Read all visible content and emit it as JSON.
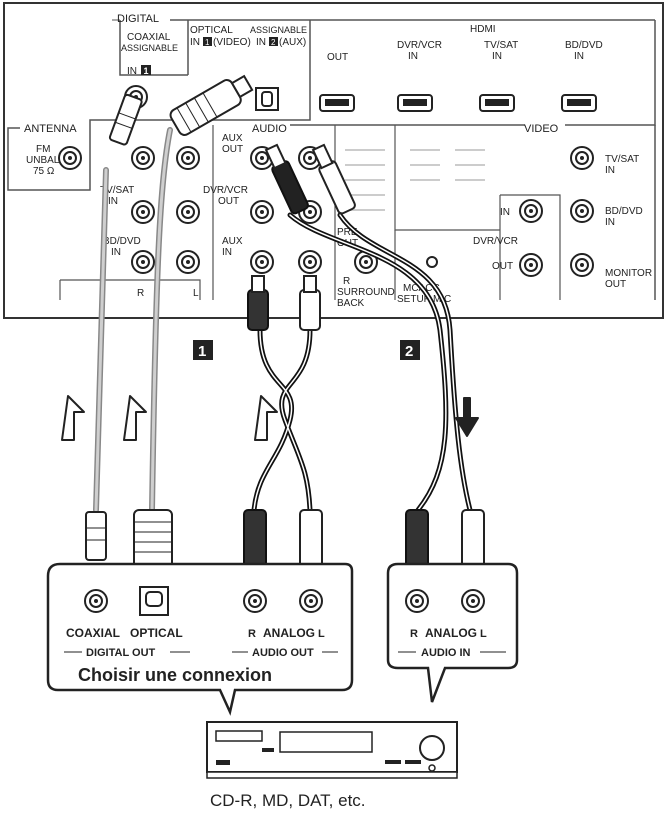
{
  "panel": {
    "digital": "DIGITAL",
    "coaxial": "COAXIAL",
    "assignable": "ASSIGNABLE",
    "in": "IN",
    "in_num": "1",
    "optical": "OPTICAL",
    "optical_assignable": "ASSIGNABLE",
    "optical_in1_num": "1",
    "optical_in1_rest": "(VIDEO)",
    "optical_in2_prefix": "IN",
    "optical_in2_num": "2",
    "optical_in2_rest": "(AUX)",
    "hdmi": "HDMI",
    "hdmi_out": "OUT",
    "hdmi_dvr": [
      "DVR/VCR",
      "IN"
    ],
    "hdmi_tv": [
      "TV/SAT",
      "IN"
    ],
    "hdmi_bd": [
      "BD/DVD",
      "IN"
    ],
    "antenna": "ANTENNA",
    "fm": [
      "FM",
      "UNBAL",
      "75 Ω"
    ],
    "audio": "AUDIO",
    "video": "VIDEO",
    "aux_out": [
      "AUX",
      "OUT"
    ],
    "aux_in": [
      "AUX",
      "IN"
    ],
    "dvr_out": [
      "DVR/VCR",
      "OUT"
    ],
    "tv_sat_in": [
      "TV/SAT",
      "IN"
    ],
    "bd_dvd_in": [
      "BD/DVD",
      "IN"
    ],
    "r": "R",
    "l": "L",
    "pre_out": [
      "PRE",
      "OUT"
    ],
    "surround_back": [
      "R",
      "SURROUND",
      "BACK"
    ],
    "mcacc": [
      "MCACC",
      "SETUP MIC"
    ],
    "dvr_vcr": "DVR/VCR",
    "video_in": "IN",
    "video_out": "OUT",
    "video_tv": [
      "TV/SAT",
      "IN"
    ],
    "video_bd": [
      "BD/DVD",
      "IN"
    ],
    "monitor": [
      "MONITOR",
      "OUT"
    ]
  },
  "markers": {
    "one": "1",
    "two": "2"
  },
  "device_box_left": {
    "coaxial": "COAXIAL",
    "optical": "OPTICAL",
    "digital_out": "DIGITAL OUT",
    "r": "R",
    "analog": "ANALOG",
    "l": "L",
    "audio_out": "AUDIO OUT",
    "caption": "Choisir une connexion"
  },
  "device_box_right": {
    "r": "R",
    "analog": "ANALOG",
    "l": "L",
    "audio_in": "AUDIO IN"
  },
  "device_caption": "CD-R, MD, DAT, etc.",
  "colors": {
    "cable_gray": "#9a9a9a",
    "cable_dark": "#111111",
    "panel_line": "#444444"
  }
}
